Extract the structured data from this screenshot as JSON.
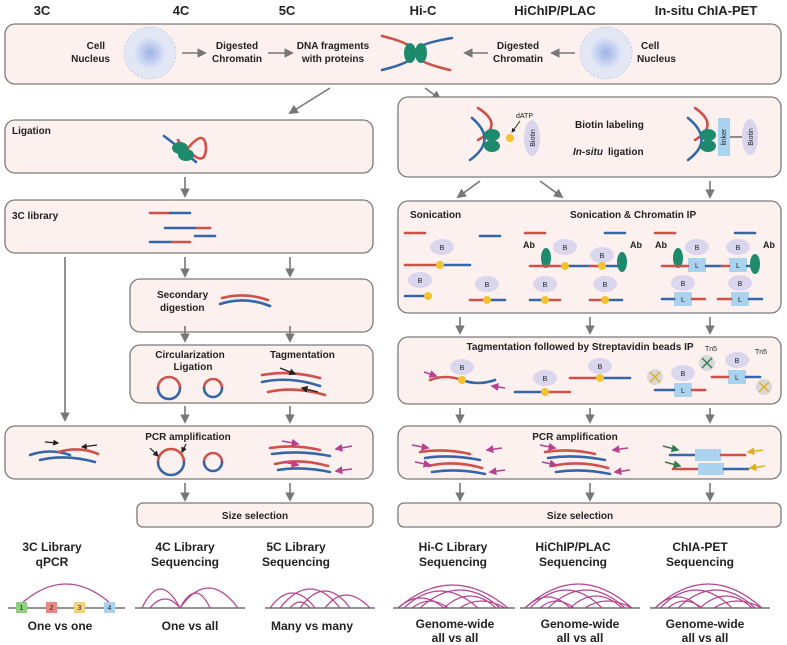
{
  "headers": {
    "c3": "3C",
    "c4": "4C",
    "c5": "5C",
    "hic": "Hi-C",
    "hichip": "HiChIP/PLAC",
    "chiapet": "In-situ ChIA-PET"
  },
  "top": {
    "cell_nucleus_left": [
      "Cell",
      "Nucleus"
    ],
    "digested_left": [
      "Digested",
      "Chromatin"
    ],
    "dna_fragments": [
      "DNA fragments",
      "with proteins"
    ],
    "digested_right": [
      "Digested",
      "Chromatin"
    ],
    "cell_nucleus_right": [
      "Cell",
      "Nucleus"
    ]
  },
  "left": {
    "ligation": "Ligation",
    "library": "3C library",
    "secondary": [
      "Secondary",
      "digestion"
    ],
    "circularization": [
      "Circularization",
      "Ligation"
    ],
    "tagmentation": "Tagmentation",
    "pcr": "PCR amplification",
    "size": "Size selection"
  },
  "right": {
    "dATP": "dATP",
    "biotin": "Biotin",
    "linker": "linker",
    "biotin_labeling": "Biotin labeling",
    "insitu_1": "In-situ",
    "insitu_2": " ligation",
    "sonication": "Sonication",
    "sonication_chip": "Sonication & Chromatin IP",
    "ab": "Ab",
    "tagment_strep": "Tagmentation followed by Streptavidin beads IP",
    "tn5": "Tn5",
    "pcr": "PCR amplification",
    "size": "Size selection",
    "B": "B",
    "L": "L"
  },
  "outputs": [
    {
      "title": [
        "3C Library",
        "qPCR"
      ],
      "result": [
        "One vs one"
      ]
    },
    {
      "title": [
        "4C Library",
        "Sequencing"
      ],
      "result": [
        "One vs all"
      ]
    },
    {
      "title": [
        "5C Library",
        "Sequencing"
      ],
      "result": [
        "Many vs many"
      ]
    },
    {
      "title": [
        "Hi-C Library",
        "Sequencing"
      ],
      "result": [
        "Genome-wide",
        "all vs all"
      ]
    },
    {
      "title": [
        "HiChIP/PLAC",
        "Sequencing"
      ],
      "result": [
        "Genome-wide",
        "all vs all"
      ]
    },
    {
      "title": [
        "ChIA-PET",
        "Sequencing"
      ],
      "result": [
        "Genome-wide",
        "all vs all"
      ]
    }
  ],
  "qpcr_markers": [
    "1",
    "2",
    "3",
    "4"
  ],
  "colors": {
    "box_fill": "#fdf1ef",
    "red": "#d0504a",
    "blue": "#3466a8",
    "protein": "#1d8a6e",
    "arc": "#b5418f",
    "biotin": "#d9d6ee",
    "bead": "#f2c230",
    "linker": "#a9d3ee"
  }
}
